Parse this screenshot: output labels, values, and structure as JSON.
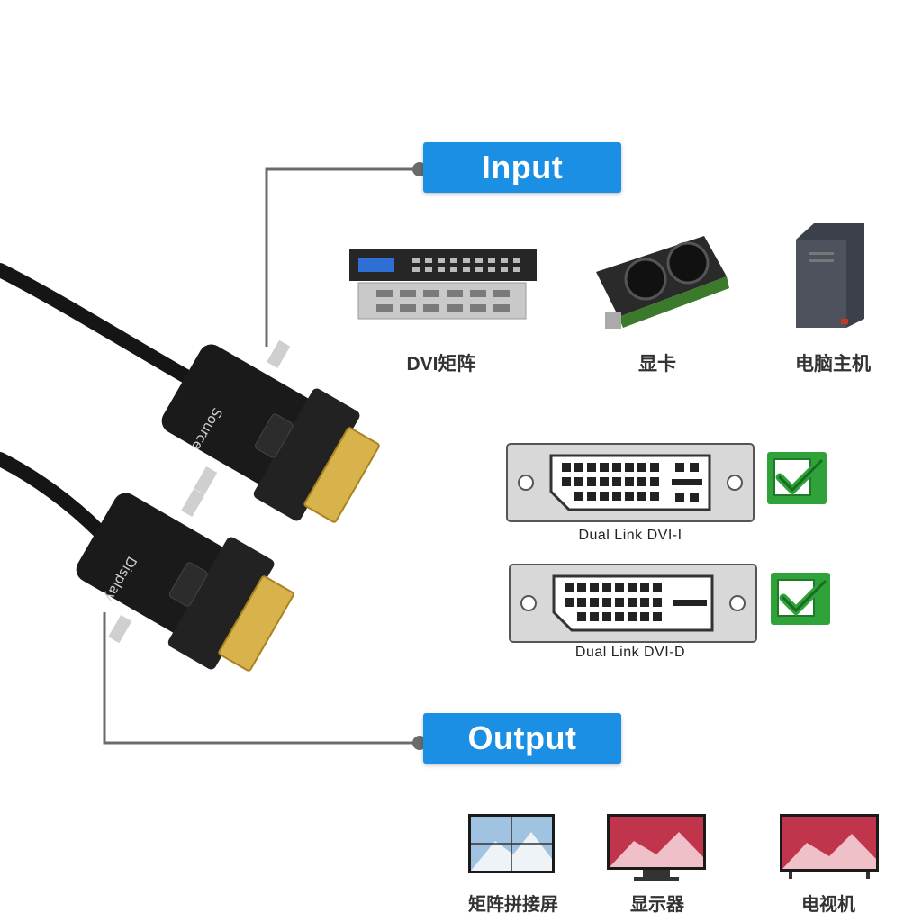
{
  "input_label": "Input",
  "output_label": "Output",
  "cable": {
    "source_text": "Source",
    "display_text": "Display"
  },
  "input_devices": [
    {
      "label": "DVI矩阵",
      "icon": "dvi-matrix-icon"
    },
    {
      "label": "显卡",
      "icon": "graphics-card-icon"
    },
    {
      "label": "电脑主机",
      "icon": "pc-tower-icon"
    }
  ],
  "connectors": [
    {
      "label": "Dual Link DVI-I",
      "supported": true
    },
    {
      "label": "Dual Link DVI-D",
      "supported": true
    }
  ],
  "output_devices": [
    {
      "label": "矩阵拼接屏",
      "icon": "video-wall-icon"
    },
    {
      "label": "显示器",
      "icon": "monitor-icon"
    },
    {
      "label": "电视机",
      "icon": "tv-icon"
    }
  ],
  "colors": {
    "banner": "#1a8fe3",
    "check": "#2fa23a",
    "line": "#6b6b6b",
    "cable": "#151515",
    "gold": "#d8b24a"
  }
}
